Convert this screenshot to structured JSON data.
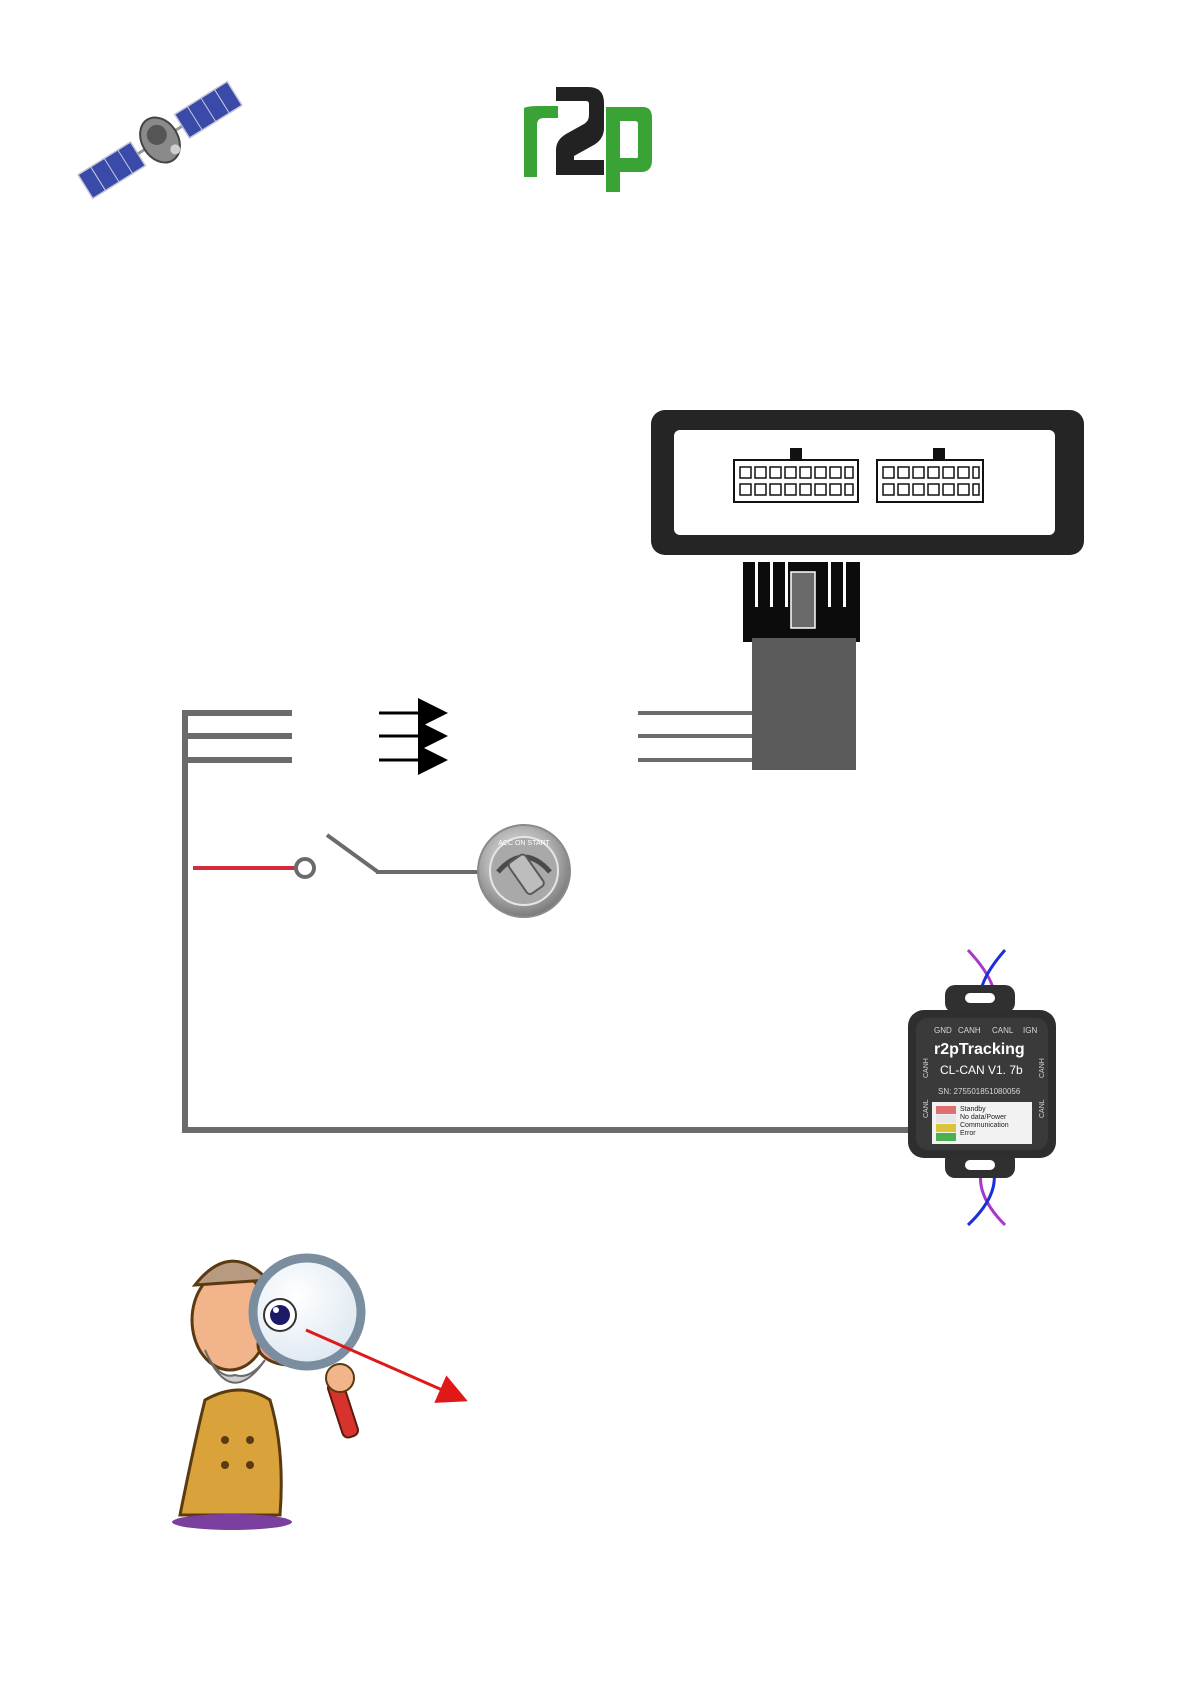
{
  "header": {
    "logo_text": "r2p",
    "satellite_icon": "satellite-icon"
  },
  "colors": {
    "brand_green": "#3aa335",
    "brand_dark": "#222222",
    "wire_grey": "#6b6b6b",
    "wire_red": "#d42a3a",
    "can_blue": "#1a2fd6",
    "can_purple": "#a838c9",
    "pointer_red": "#e01818",
    "module_body": "#2e2e2e"
  },
  "tracker_unit": {
    "icon": "tracker-unit-icon"
  },
  "ignition_key": {
    "icon": "ignition-key-icon",
    "ring_text": "ACC ON START"
  },
  "can_module": {
    "icon": "can-module-icon",
    "pins": [
      "GND",
      "CANH",
      "CANL",
      "IGN"
    ],
    "side_left_top": "CANH",
    "side_left_bottom": "CANL",
    "side_right_top": "CANH",
    "side_right_bottom": "CANL",
    "brand": "r2pTracking",
    "model": "CL-CAN V1. 7b",
    "serial": "SN: 275501851080056",
    "legend": [
      "Standby",
      "No data/Power",
      "Communication",
      "Error"
    ]
  },
  "detective": {
    "icon": "detective-icon"
  }
}
